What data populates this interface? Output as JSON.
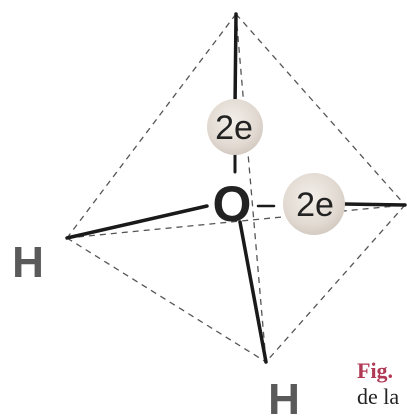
{
  "diagram": {
    "atoms": {
      "oxygen": "O",
      "hydrogen_left": "H",
      "hydrogen_bottom": "H"
    },
    "lone_pairs": {
      "top": "2e",
      "right": "2e"
    },
    "caption": {
      "fig_label": "Fig.",
      "continuation": "de la"
    },
    "colors": {
      "bond": "#1a1a1a",
      "edge_dashed": "#555555",
      "atom_label": "#222222",
      "hydrogen_label": "#5a5a5a",
      "lone_pair_fill": "#ddd6cf",
      "caption_accent": "#b03a55",
      "caption_text": "#222222"
    }
  }
}
